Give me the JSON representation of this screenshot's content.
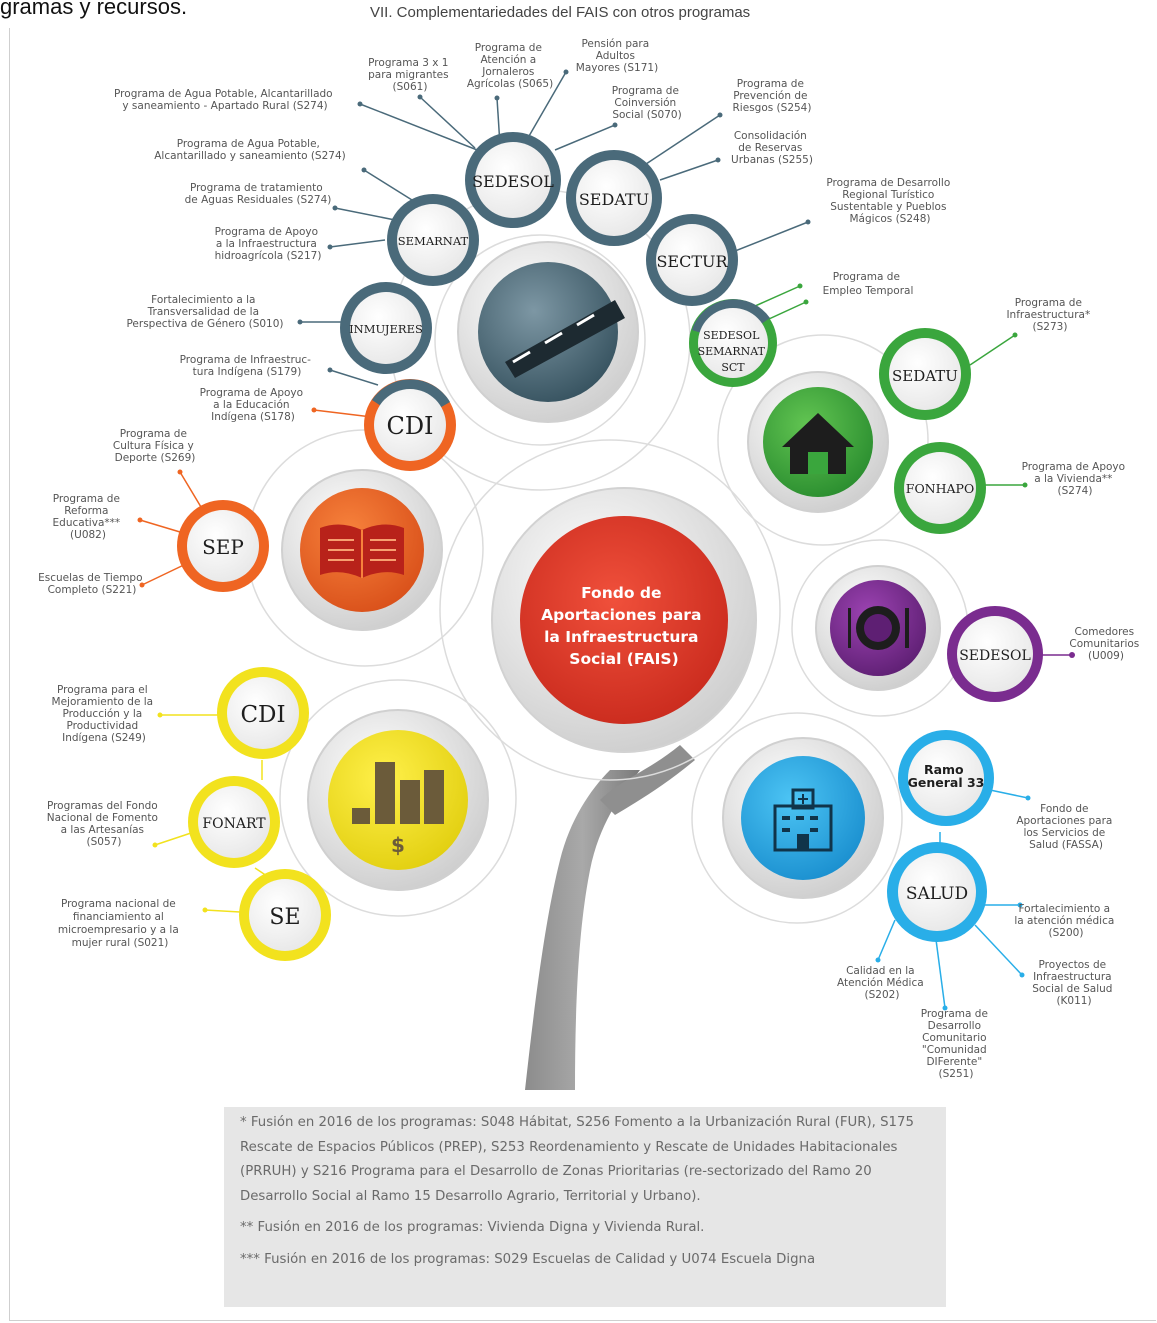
{
  "header": {
    "left_text": "gramas y recursos.",
    "title": "VII. Complementariedades del FAIS con otros programas"
  },
  "center": {
    "lines": [
      "Fondo de",
      "Aportaciones para",
      "la Infraestructura",
      "Social (FAIS)"
    ]
  },
  "colors": {
    "red": "#e23a2b",
    "gray": "#4a6a7a",
    "green": "#3aa63d",
    "purple": "#7a2c8f",
    "blue": "#29aee8",
    "yellow": "#f2e21e",
    "orange": "#ef6522"
  },
  "icons": [
    "road-icon",
    "house-icon",
    "dinner-plate-icon",
    "hospital-icon",
    "bar-chart-dollar-icon",
    "book-icon"
  ],
  "agencies": {
    "sedesol_top": "SEDESOL",
    "sedatu_top": "SEDATU",
    "sectur": "SECTUR",
    "semarnat": "SEMARNAT",
    "inmujeres": "INMUJERES",
    "cdi_top": "CDI",
    "combo": [
      "SEDESOL",
      "SEMARNAT",
      "SCT"
    ],
    "sedatu_right": "SEDATU",
    "fonhapo": "FONHAPO",
    "sedesol_right": "SEDESOL",
    "ramo33": [
      "Ramo",
      "General 33"
    ],
    "salud": "SALUD",
    "sep": "SEP",
    "cdi_yellow": "CDI",
    "fonart": "FONART",
    "se": "SE"
  },
  "programs": {
    "agua_rural": [
      "Programa de Agua Potable, Alcantarillado",
      "y saneamiento - Apartado Rural (S274)"
    ],
    "tres_x_uno": [
      "Programa 3 x 1",
      "para migrantes",
      "(S061)"
    ],
    "jornaleros": [
      "Programa de",
      "Atención a",
      "Jornaleros",
      "Agrícolas (S065)"
    ],
    "pension": [
      "Pensión para",
      "Adultos",
      "Mayores (S171)"
    ],
    "coinversion": [
      "Programa de",
      "Coinversión",
      "Social (S070)"
    ],
    "prevencion": [
      "Programa de",
      "Prevención de",
      "Riesgos (S254)"
    ],
    "agua": [
      "Programa de Agua Potable,",
      "Alcantarillado y saneamiento (S274)"
    ],
    "reservas": [
      "Consolidación",
      "de Reservas",
      "Urbanas (S255)"
    ],
    "residuales": [
      "Programa de tratamiento",
      "de Aguas Residuales (S274)"
    ],
    "turistico": [
      "Programa de Desarrollo",
      "Regional Turístico",
      "Sustentable y Pueblos",
      "Mágicos (S248)"
    ],
    "hidroagricola": [
      "Programa de Apoyo",
      "a la Infraestructura",
      "hidroagrícola (S217)"
    ],
    "empleo": [
      "Programa de",
      "Empleo Temporal"
    ],
    "genero": [
      "Fortalecimiento a la",
      "Transversalidad de la",
      "Perspectiva de Género (S010)"
    ],
    "infraestructura_s273": [
      "Programa de",
      "Infraestructura*",
      "(S273)"
    ],
    "infra_indigena": [
      "Programa de Infraestruc-",
      "tura Indígena (S179)"
    ],
    "educacion_indigena": [
      "Programa de Apoyo",
      "a la Educación",
      "Indígena (S178)"
    ],
    "cultura_fisica": [
      "Programa de",
      "Cultura Física y",
      "Deporte (S269)"
    ],
    "vivienda": [
      "Programa de Apoyo",
      "a la Vivienda**",
      "(S274)"
    ],
    "reforma": [
      "Programa de",
      "Reforma",
      "Educativa***",
      "(U082)"
    ],
    "escuelas": [
      "Escuelas de Tiempo",
      "Completo (S221)"
    ],
    "comedores": [
      "Comedores",
      "Comunitarios",
      "(U009)"
    ],
    "productividad": [
      "Programa para el",
      "Mejoramiento de la",
      "Producción y la",
      "Productividad",
      "Indígena (S249)"
    ],
    "fassa": [
      "Fondo de",
      "Aportaciones para",
      "los Servicios de",
      "Salud (FASSA)"
    ],
    "artesanias": [
      "Programas del Fondo",
      "Nacional de Fomento",
      "a las Artesanías",
      "(S057)"
    ],
    "microempresario": [
      "Programa nacional de",
      "financiamiento al",
      "microempresario y a la",
      "mujer rural (S021)"
    ],
    "atencion_medica": [
      "Fortalecimiento a",
      "la atención médica",
      "(S200)"
    ],
    "calidad": [
      "Calidad en la",
      "Atención Médica",
      "(S202)"
    ],
    "proyectos_salud": [
      "Proyectos de",
      "Infraestructura",
      "Social de Salud",
      "(K011)"
    ],
    "comunidad": [
      "Programa de",
      "Desarrollo",
      "Comunitario",
      "\"Comunidad",
      "DIFerente\"",
      "(S251)"
    ]
  },
  "footnotes": [
    "* Fusión en 2016 de los programas: S048 Hábitat, S256 Fomento a la Urbanización Rural (FUR), S175 Rescate de Espacios Públicos (PREP), S253 Reordenamiento y Rescate de Unidades Habitacionales (PRRUH) y S216 Programa para el Desarrollo de Zonas Prioritarias (re-sectorizado del Ramo 20 Desarrollo Social al Ramo 15 Desarrollo Agrario, Territorial y Urbano).",
    "** Fusión en 2016 de los programas: Vivienda Digna y Vivienda Rural.",
    "*** Fusión en 2016 de los programas: S029 Escuelas de Calidad y U074 Escuela Digna"
  ]
}
